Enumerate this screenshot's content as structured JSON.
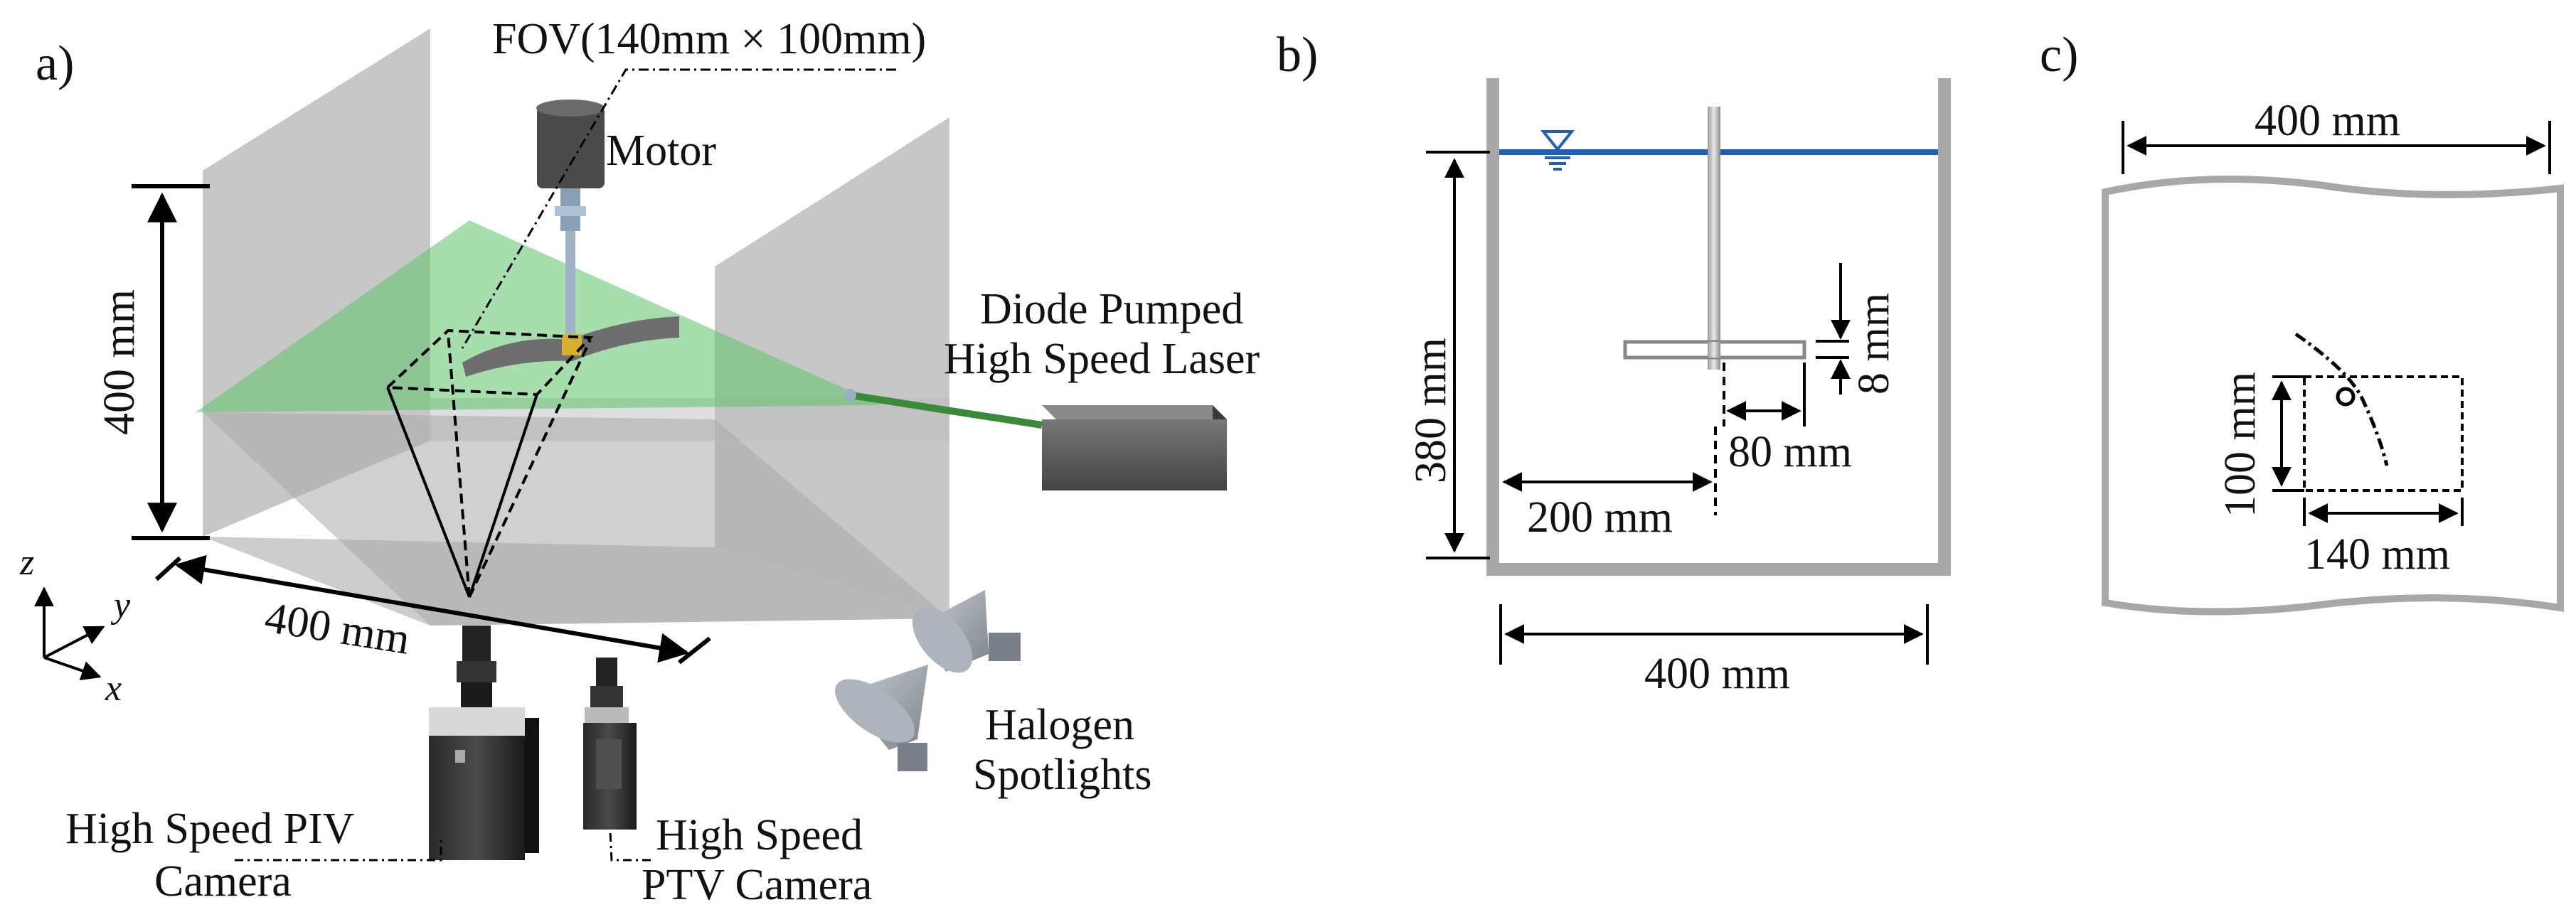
{
  "panels": {
    "a": {
      "panel_label": "a)",
      "fov_label": "FOV(140mm × 100mm)",
      "motor_label": "Motor",
      "laser_label_line1": "Diode Pumped",
      "laser_label_line2": "High Speed Laser",
      "height_label": "400 mm",
      "width_label": "400 mm",
      "piv_label_line1": "High Speed PIV",
      "piv_label_line2": "Camera",
      "ptv_label_line1": "High Speed",
      "ptv_label_line2": "PTV Camera",
      "halogen_label_line1": "Halogen",
      "halogen_label_line2": "Spotlights",
      "axis_z": "z",
      "axis_y": "y",
      "axis_x": "x"
    },
    "b": {
      "panel_label": "b)",
      "height_label": "380 mm",
      "blade_height_label": "8 mm",
      "blade_length_label": "80 mm",
      "half_width_label": "200 mm",
      "width_label": "400 mm"
    },
    "c": {
      "panel_label": "c)",
      "width_label": "400 mm",
      "fov_height_label": "100 mm",
      "fov_width_label": "140 mm"
    }
  },
  "colors": {
    "water_line": "#1f5fb5",
    "laser_sheet": "#5cc56a",
    "tank_wall": "#a8a8a8",
    "panel_wall": "#b8b8b8"
  }
}
